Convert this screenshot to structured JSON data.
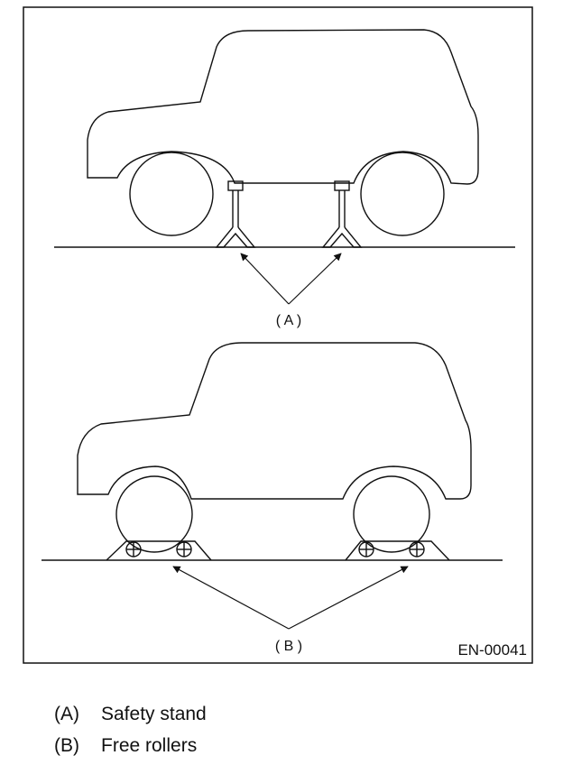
{
  "figure": {
    "label_a": "( A )",
    "label_b": "( B )",
    "figure_code": "EN-00041"
  },
  "legend": [
    {
      "key": "(A)",
      "text": "Safety stand"
    },
    {
      "key": "(B)",
      "text": "Free rollers"
    }
  ]
}
